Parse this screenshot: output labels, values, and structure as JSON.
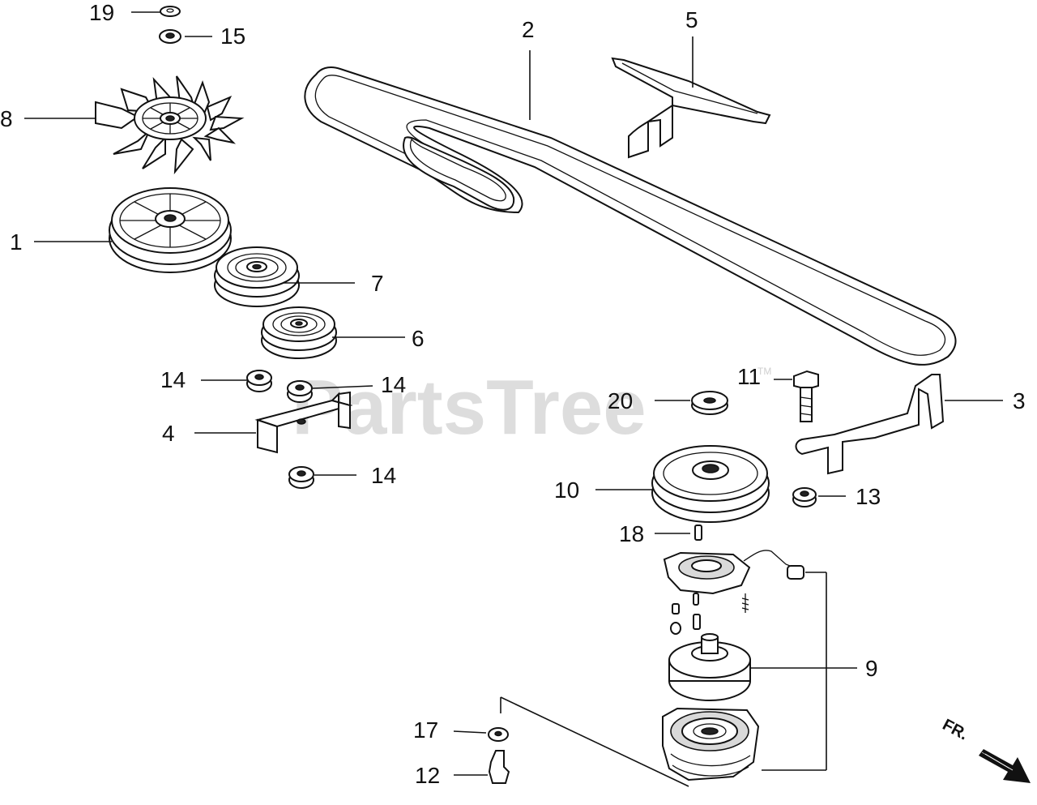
{
  "watermark": {
    "text": "PartsTree",
    "trademark": "TM"
  },
  "direction": {
    "label": "FR."
  },
  "callouts": {
    "c1": "1",
    "c2": "2",
    "c3": "3",
    "c4": "4",
    "c5": "5",
    "c6": "6",
    "c7": "7",
    "c8": "8",
    "c9": "9",
    "c10": "10",
    "c11": "11",
    "c12": "12",
    "c13": "13",
    "c14a": "14",
    "c14b": "14",
    "c14c": "14",
    "c15": "15",
    "c17": "17",
    "c18": "18",
    "c19": "19",
    "c20": "20"
  }
}
